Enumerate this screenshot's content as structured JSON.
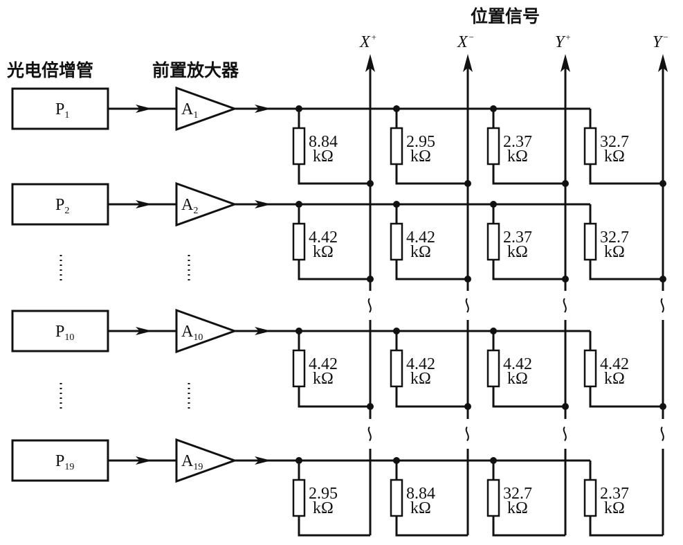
{
  "labels": {
    "pmt_header": "光电倍增管",
    "preamp_header": "前置放大器",
    "position_signal_header": "位置信号"
  },
  "outputs": [
    {
      "name": "X",
      "sign": "+"
    },
    {
      "name": "X",
      "sign": "−"
    },
    {
      "name": "Y",
      "sign": "+"
    },
    {
      "name": "Y",
      "sign": "−"
    }
  ],
  "unit": "kΩ",
  "rows": [
    {
      "pmt": {
        "main": "P",
        "sub": "1"
      },
      "amp": {
        "main": "A",
        "sub": "1"
      },
      "resistors": [
        "8.84",
        "2.95",
        "2.37",
        "32.7"
      ]
    },
    {
      "pmt": {
        "main": "P",
        "sub": "2"
      },
      "amp": {
        "main": "A",
        "sub": "2"
      },
      "resistors": [
        "4.42",
        "4.42",
        "2.37",
        "32.7"
      ]
    },
    {
      "pmt": {
        "main": "P",
        "sub": "10"
      },
      "amp": {
        "main": "A",
        "sub": "10"
      },
      "resistors": [
        "4.42",
        "4.42",
        "4.42",
        "4.42"
      ]
    },
    {
      "pmt": {
        "main": "P",
        "sub": "19"
      },
      "amp": {
        "main": "A",
        "sub": "19"
      },
      "resistors": [
        "2.95",
        "8.84",
        "32.7",
        "2.37"
      ]
    }
  ],
  "ellipsis_after_rows": [
    1,
    2
  ]
}
